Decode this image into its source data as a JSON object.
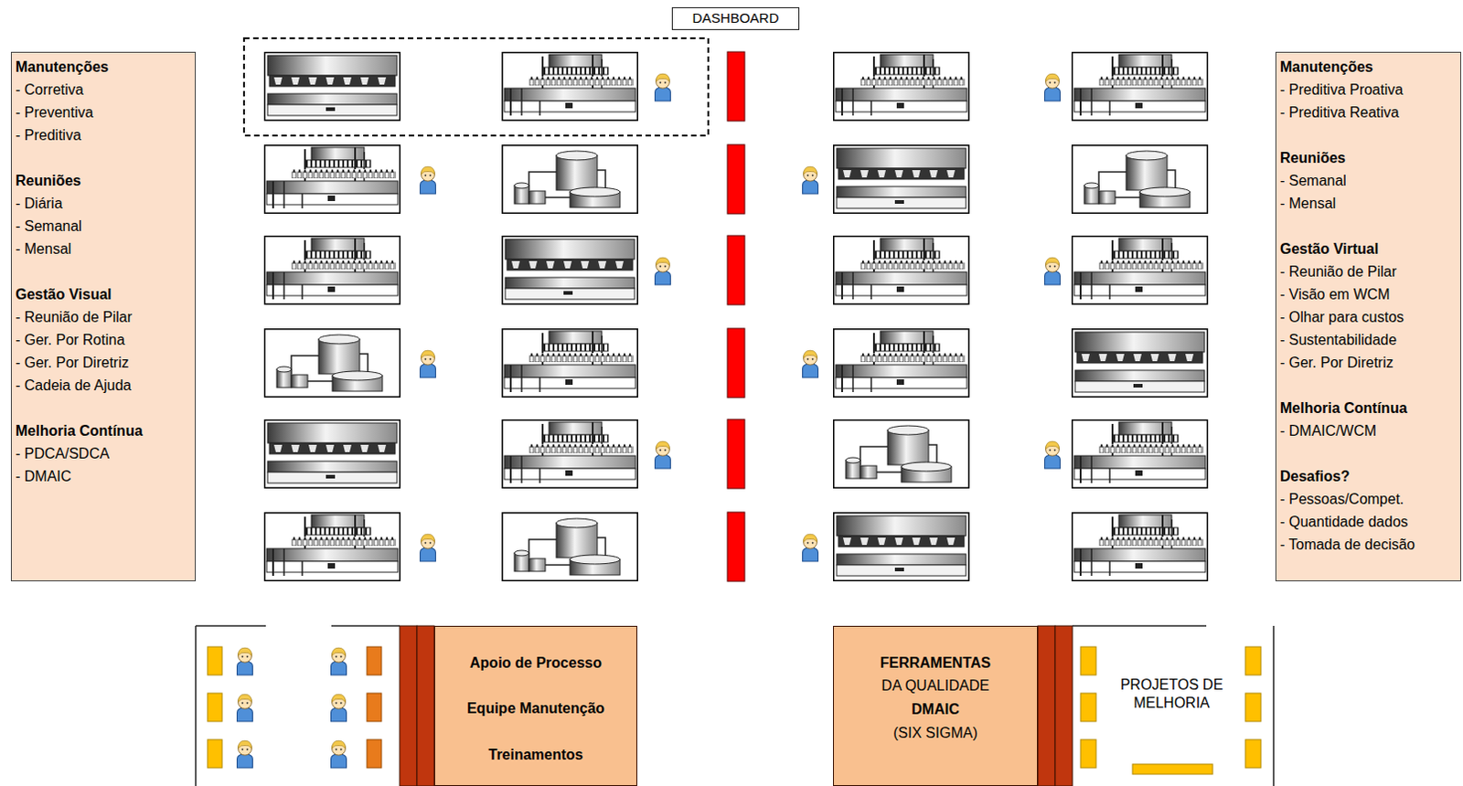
{
  "diagram": {
    "nodes": [
      {
        "text": [
          "DASHBOARD"
        ]
      },
      {
        "text": [
          "Manutenções",
          "- Corretiva",
          "- Preventiva",
          "- Preditiva",
          "Reuniões",
          "- Diária",
          "- Semanal",
          "- Mensal",
          "Gestão Visual",
          "- Reunião de Pilar",
          "- Ger. Por Rotina",
          "- Ger. Por Diretriz",
          "- Cadeia de Ajuda",
          "Melhoria Contínua",
          "- PDCA/SDCA",
          "- DMAIC"
        ]
      },
      {
        "text": [
          "Manutenções",
          "- Preditiva Proativa",
          "- Preditiva Reativa",
          "Reuniões",
          "- Semanal",
          "- Mensal",
          "Gestão Virtual",
          "- Reunião de Pilar",
          "- Visão em WCM",
          "- Olhar para custos",
          "- Sustentabilidade",
          "- Ger. Por Diretriz",
          "Melhoria Contínua",
          "- DMAIC/WCM",
          "Desafios?",
          "- Pessoas/Compet.",
          "- Quantidade dados",
          "- Tomada de decisão"
        ]
      },
      {
        "text": [
          "Apoio de Processo",
          "Equipe Manutenção",
          "Treinamentos"
        ]
      },
      {
        "text": [
          "FERRAMENTAS",
          "DA QUALIDADE",
          "DMAIC",
          "(SIX SIGMA)"
        ]
      }
    ],
    "labels": [
      "PROJETOS DE MELHORIA"
    ]
  }
}
